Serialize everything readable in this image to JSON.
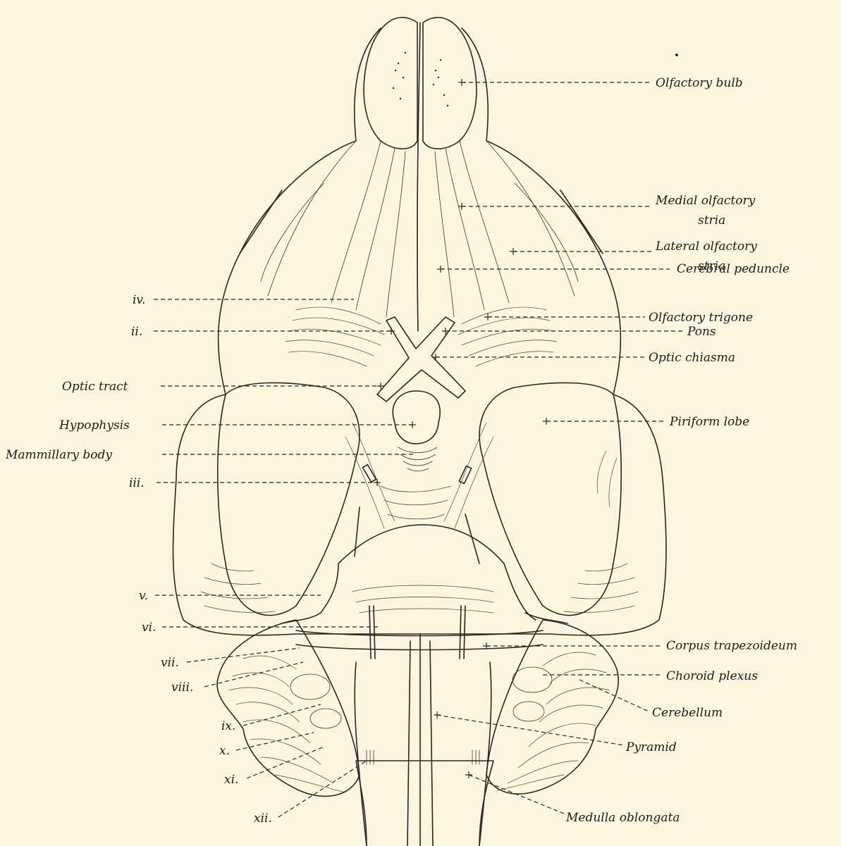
{
  "labels": {
    "olfactory_bulb": "Olfactory bulb",
    "medial_olfactory_stria_1": "Medial olfactory",
    "medial_olfactory_stria_2": "stria",
    "lateral_olfactory_stria_1": "Lateral olfactory",
    "lateral_olfactory_stria_2": "stria",
    "olfactory_trigone": "Olfactory trigone",
    "optic_chiasma": "Optic chiasma",
    "piriform_lobe": "Piriform lobe",
    "cerebral_peduncle": "Cerebral peduncle",
    "pons": "Pons",
    "corpus_trapezoideum": "Corpus trapezoideum",
    "choroid_plexus": "Choroid plexus",
    "cerebellum": "Cerebellum",
    "pyramid": "Pyramid",
    "medulla_oblongata": "Medulla oblongata",
    "ii": "ii.",
    "optic_tract": "Optic tract",
    "hypophysis": "Hypophysis",
    "mammillary_body": "Mammillary body",
    "iii": "iii.",
    "iv": "iv.",
    "v": "v.",
    "vi": "vi.",
    "vii": "vii.",
    "viii": "viii.",
    "ix": "ix.",
    "x": "x.",
    "xi": "xi.",
    "xii": "xii."
  }
}
